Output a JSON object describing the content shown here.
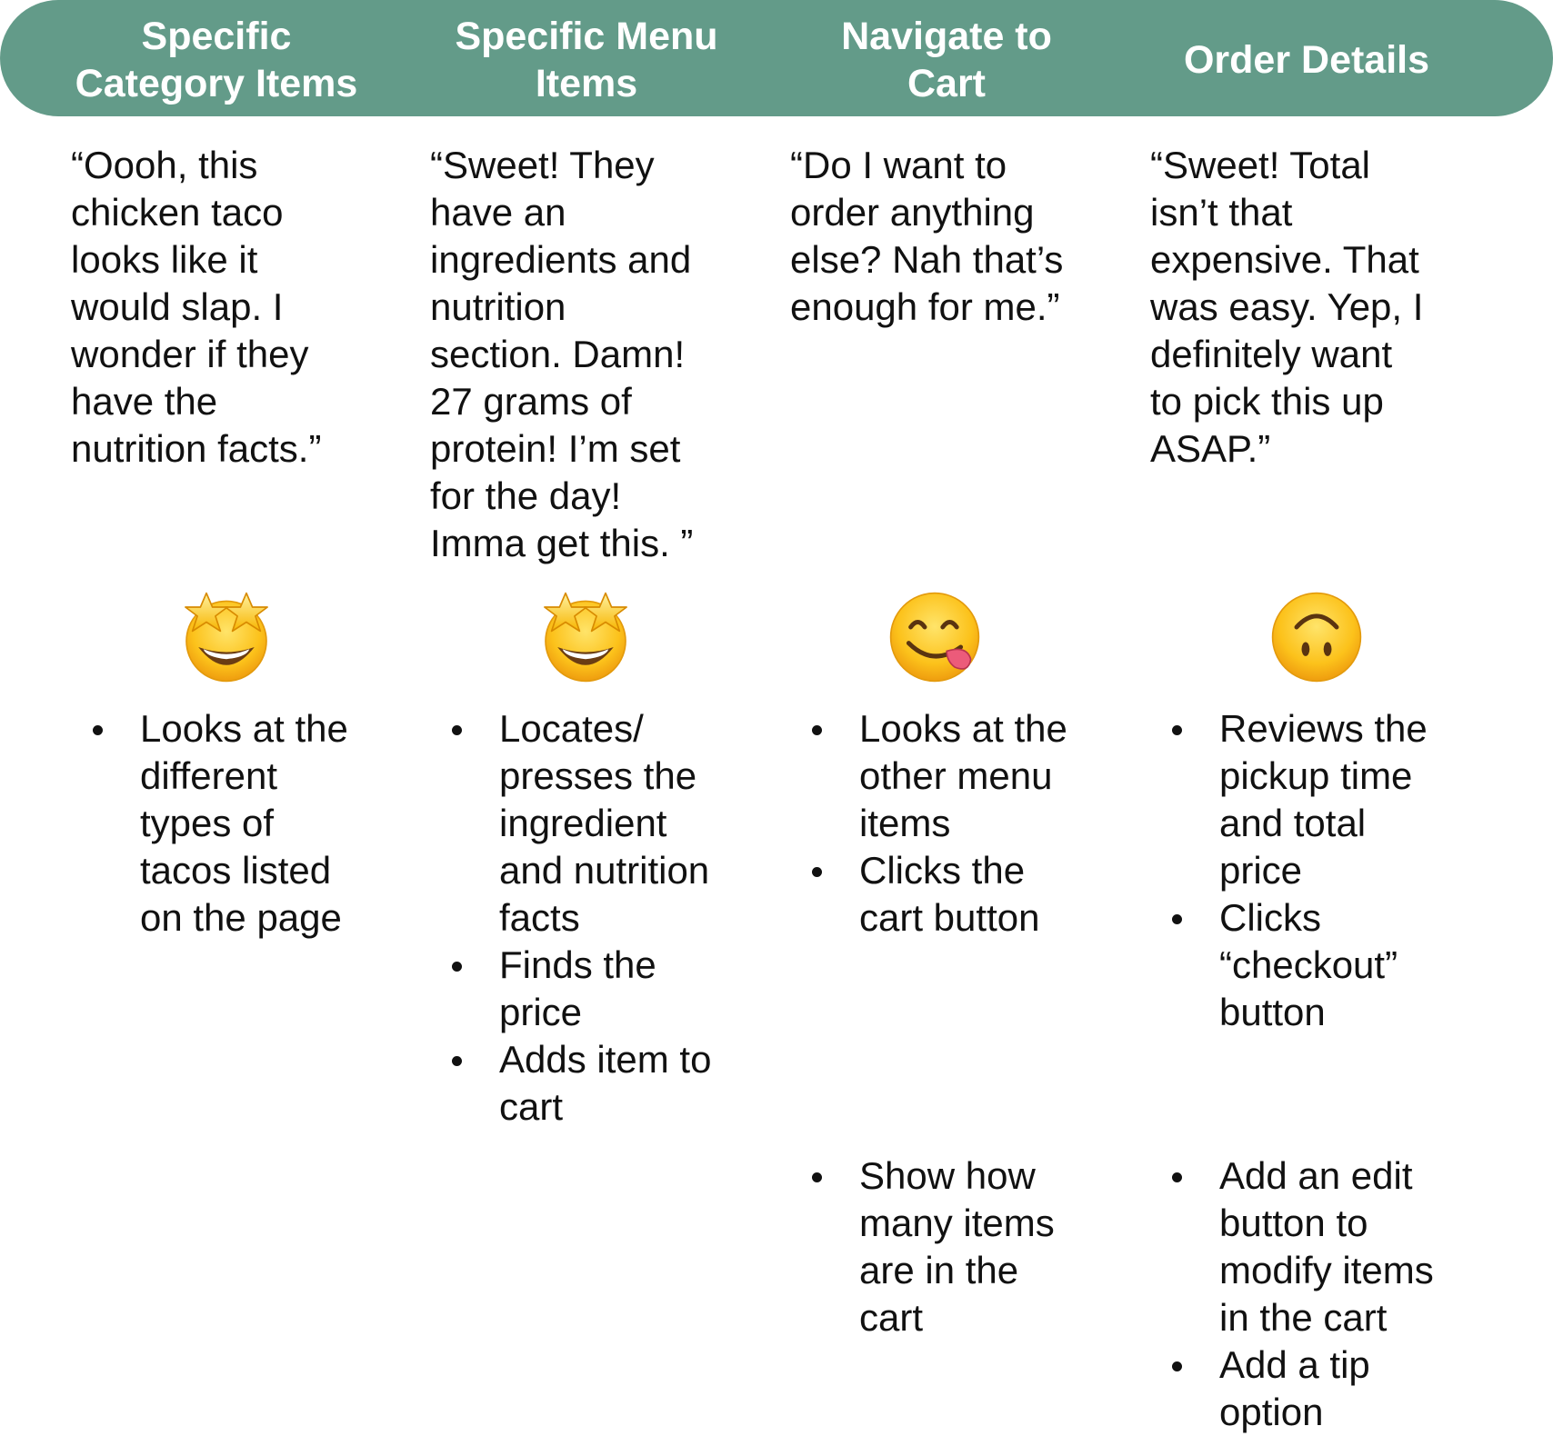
{
  "colors": {
    "header": "#639b89",
    "header_text": "#ffffff",
    "body_text": "#111111"
  },
  "stages": [
    {
      "title": "Specific\nCategory Items",
      "quote": "“Oooh, this\nchicken taco\nlooks like it\nwould slap. I\nwonder if they\nhave the\nnutrition facts.”",
      "emotion_icon": "star-struck-emoji",
      "actions": [
        "Looks at the\ndifferent\ntypes of\ntacos listed\non the page"
      ],
      "opportunities": []
    },
    {
      "title": "Specific Menu\nItems",
      "quote": "“Sweet! They\nhave an\ningredients and\nnutrition\nsection. Damn!\n27 grams of\nprotein! I’m set\nfor the day!\nImma get this. ”",
      "emotion_icon": "star-struck-emoji",
      "actions": [
        "Locates/\npresses the\ningredient\nand nutrition\nfacts",
        "Finds the\nprice",
        "Adds item to\ncart"
      ],
      "opportunities": []
    },
    {
      "title": "Navigate to\nCart",
      "quote": "“Do I want to\norder anything\nelse? Nah that’s\nenough for me.”",
      "emotion_icon": "face-savoring-food-emoji",
      "actions": [
        "Looks at the\nother menu\nitems",
        "Clicks the\ncart button"
      ],
      "opportunities": [
        "Show how\nmany items\nare in the\ncart"
      ]
    },
    {
      "title": "Order Details",
      "quote": "“Sweet! Total\nisn’t that\nexpensive. That\nwas easy. Yep, I\ndefinitely want\nto pick this up\nASAP.”",
      "emotion_icon": "upside-down-face-emoji",
      "actions": [
        "Reviews the\npickup time\nand total\nprice",
        "Clicks\n“checkout”\nbutton"
      ],
      "opportunities": [
        "Add an edit\nbutton to\nmodify items\nin the cart",
        "Add a tip\noption"
      ]
    }
  ]
}
